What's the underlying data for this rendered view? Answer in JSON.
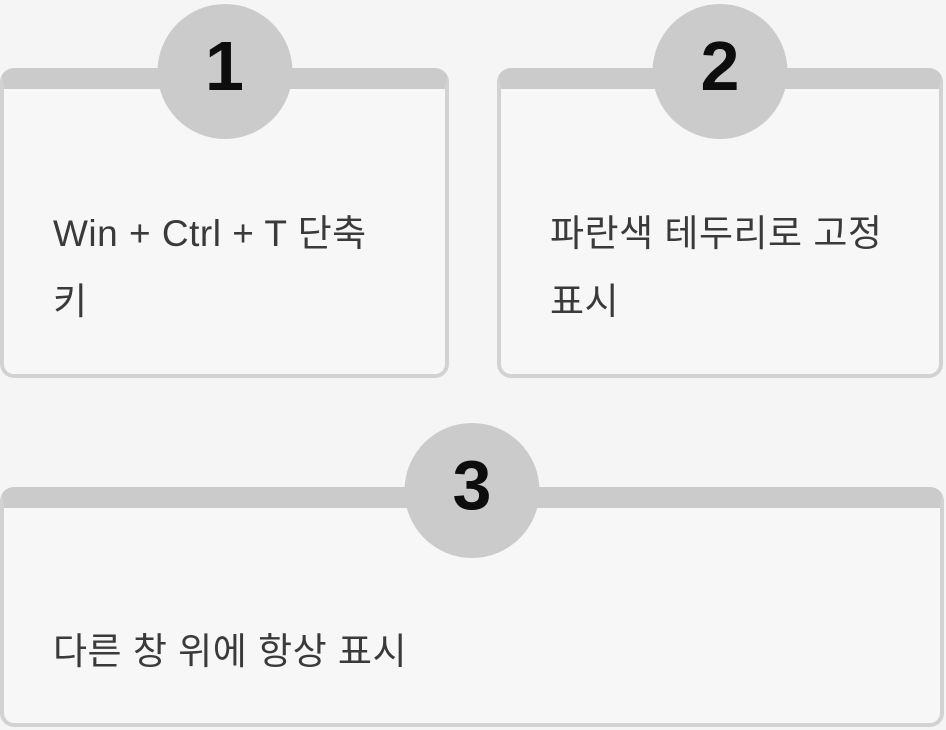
{
  "diagram": {
    "type": "numbered-steps",
    "steps": [
      {
        "number": "1",
        "text": "Win + Ctrl + T 단축키"
      },
      {
        "number": "2",
        "text": "파란색 테두리로 고정 표시"
      },
      {
        "number": "3",
        "text": "다른 창 위에 항상 표시"
      }
    ]
  },
  "colors": {
    "page_background": "#f5f5f6",
    "card_background": "#f7f7f8",
    "card_border": "#d2d2d3",
    "accent_bar_and_badge": "#cbcbcc",
    "number_color": "#0d0d0d",
    "text_color": "#3a3a3a"
  }
}
